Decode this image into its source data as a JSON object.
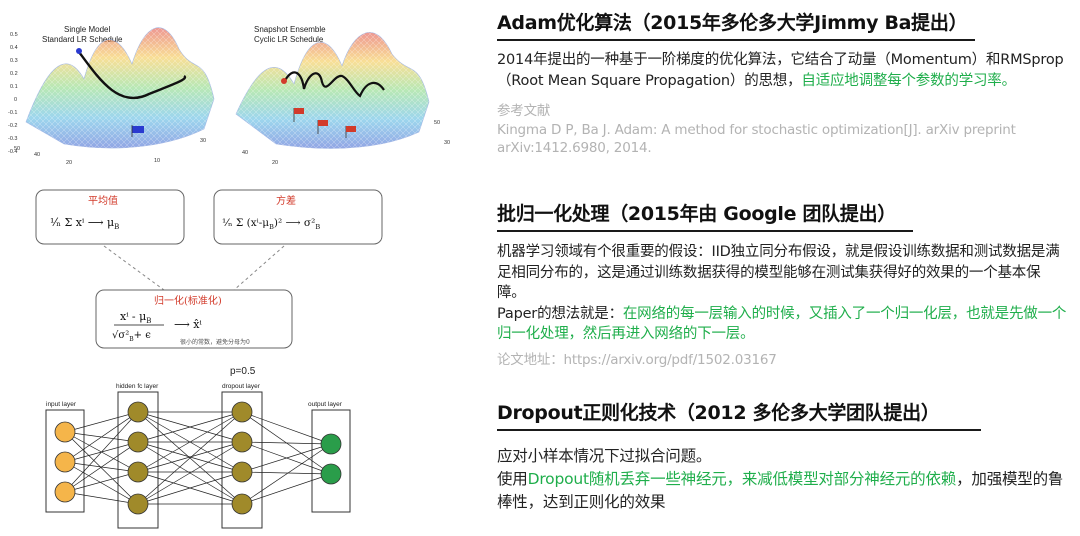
{
  "figures": {
    "surface": {
      "left_title_line1": "Single Model",
      "left_title_line2": "Standard LR Schedule",
      "right_title_line1": "Snapshot Ensemble",
      "right_title_line2": "Cyclic LR Schedule",
      "z_ticks": [
        "0.5",
        "0.4",
        "0.3",
        "0.2",
        "0.1",
        "0",
        "-0.1",
        "-0.2",
        "-0.3",
        "-0.4"
      ],
      "base_ticks": [
        "50",
        "40",
        "30",
        "20",
        "10",
        "0"
      ]
    },
    "bn": {
      "mean_label": "平均值",
      "variance_label": "方差",
      "norm_label": "归一化(标准化)",
      "small_note": "很小的常数，避免分母为0"
    },
    "dropout": {
      "p_label": "p=0.5",
      "input_label": "input layer",
      "hidden_label": "hidden fc layer",
      "dropout_label": "dropout layer",
      "output_label": "output layer"
    }
  },
  "sections": {
    "adam": {
      "title": "Adam优化算法（2015年多伦多大学Jimmy Ba提出）",
      "body_plain": "2014年提出的一种基于一阶梯度的优化算法，它结合了动量（Momentum）和RMSprop（Root Mean Square Propagation）的思想，",
      "body_green": "自适应地调整每个参数的学习率。",
      "ref_label": "参考文献",
      "ref_text": "Kingma D P, Ba J. Adam: A method for stochastic optimization[J]. arXiv preprint arXiv:1412.6980, 2014."
    },
    "bn": {
      "title": "批归一化处理（2015年由 Google 团队提出）",
      "body_plain": "机器学习领域有个很重要的假设：IID独立同分布假设，就是假设训练数据和测试数据是满足相同分布的，这是通过训练数据获得的模型能够在测试集获得好的效果的一个基本保障。",
      "paper_prefix": "Paper的想法就是：",
      "paper_green": "在网络的每一层输入的时候，又插入了一个归一化层，也就是先做一个归一化处理，然后再进入网络的下一层。",
      "link_text": "论文地址：https://arxiv.org/pdf/1502.03167"
    },
    "dropout": {
      "title": "Dropout正则化技术（2012 多伦多大学团队提出）",
      "line1": "应对小样本情况下过拟合问题。",
      "line2_prefix": "使用",
      "line2_green": "Dropout随机丢弃一些神经元，来减低模型对部分神经元的依赖",
      "line2_suffix": "，加强模型的鲁棒性，达到正则化的效果"
    }
  },
  "colors": {
    "green_highlight": "#1fae4b",
    "reference_gray": "#b3b3b3",
    "node_gold": "#a08a2a",
    "node_orange": "#f5b54a",
    "node_green": "#2a9d4a",
    "red_title": "#d23a2a"
  }
}
